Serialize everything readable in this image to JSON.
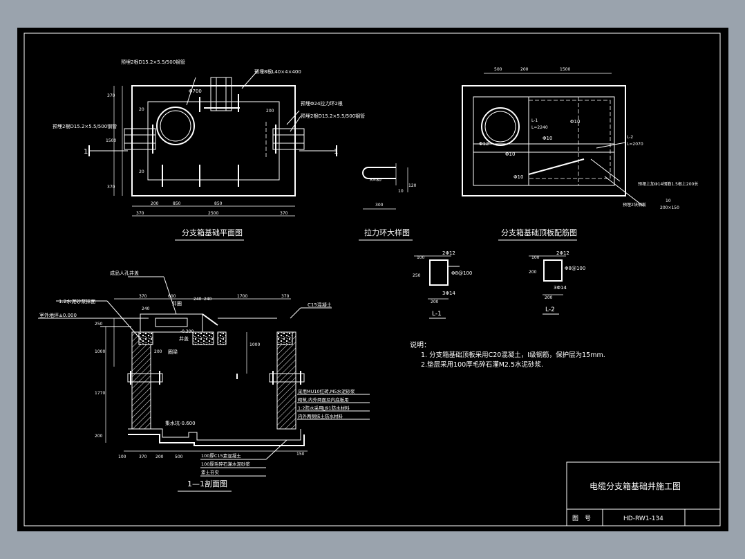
{
  "sheet": {
    "plan_title": "分支箱基础平面图",
    "pull_ring_title": "拉力环大样图",
    "roof_title": "分支箱基础顶板配筋图",
    "section_title": "1—1剖面图",
    "notes_heading": "说明：",
    "notes": [
      "1. 分支箱基础顶板采用C20混凝土，Ⅰ级钢筋，保护层为15mm.",
      "2.垫层采用100厚毛碎石灌M2.5水泥砂浆."
    ]
  },
  "plan": {
    "section_mark": "1",
    "callouts": [
      "预埋2根D15.2×5.5/500钢管",
      "预埋8根L40×4×400",
      "预埋Φ24拉力环2根",
      "预埋2根D15.2×5.5/500钢管",
      "预埋2根D15.2×5.5/500钢管"
    ],
    "dim_bottom": [
      "370",
      "850",
      "850",
      "370"
    ],
    "dim_total": "2500",
    "dim_left": [
      "370",
      "1500",
      "370"
    ],
    "dim_small": [
      "200",
      "20",
      "20",
      "200"
    ],
    "circle_dim": "Φ700"
  },
  "pull_ring": {
    "labels": [
      "R=80",
      "120",
      "300",
      "10"
    ]
  },
  "roof": {
    "dim_top": [
      "500",
      "200",
      "1500"
    ],
    "labels": [
      "L-1",
      "L=2240",
      "Φ10",
      "Φ10",
      "Φ10",
      "Φ12",
      "L-2",
      "L=2070",
      "Φ10",
      "预埋上加Φ14钢筋1.5根上200长",
      "预埋2块钢板",
      "10",
      "200×150"
    ]
  },
  "beams": [
    {
      "name": "L-1",
      "top": "2Φ12",
      "stirrup": "Φ8@100",
      "bottom": "3Φ14",
      "width": "200",
      "height": "250",
      "cover": "100"
    },
    {
      "name": "L-2",
      "top": "2Φ12",
      "stirrup": "Φ8@100",
      "bottom": "3Φ14",
      "width": "200",
      "height": "200",
      "cover": "100"
    }
  ],
  "section": {
    "callouts": [
      "成品人孔井盖",
      "1:2水泥砂浆抹面",
      "室外地坪±0.000",
      "C15混凝土",
      "井圈",
      "井盖",
      "圈梁"
    ],
    "wall_note": [
      "采用MU10红砖,M5水泥砂浆",
      "砌筑,内外两面及内底板用",
      "1:2防水采用JJ91防水材料",
      "内外两侧抹土防水材料"
    ],
    "floor_note": "集水坑-0.600",
    "base_notes": [
      "100厚C15素混凝土",
      "100厚毛碎石灌水泥砂浆",
      "素土夯实"
    ],
    "dim_top": [
      "370",
      "600",
      "1700",
      "370"
    ],
    "dim_small": [
      "240",
      "240",
      "240"
    ],
    "dim_left": [
      "250",
      "1000",
      "1770",
      "200"
    ],
    "dim_bottom": [
      "100",
      "370",
      "200",
      "500"
    ],
    "misc": [
      "-0.300",
      "1000",
      "200",
      "150"
    ]
  },
  "title_block": {
    "drawing_title": "电缆分支箱基础井施工图",
    "number_label": "图　号",
    "number_value": "HD-RW1-134"
  }
}
